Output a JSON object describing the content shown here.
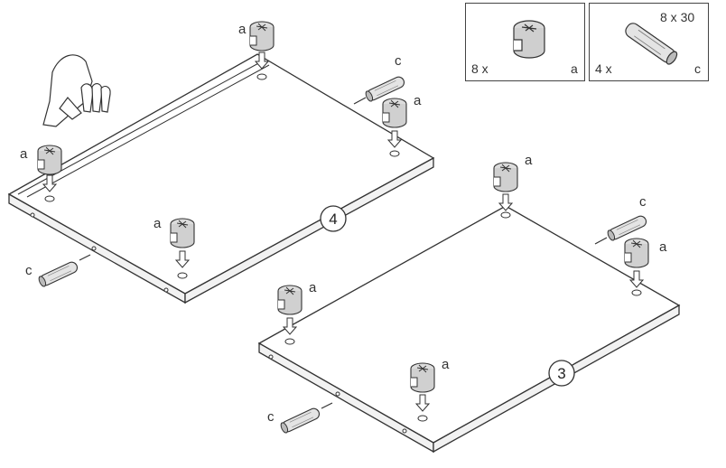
{
  "parts_legend": [
    {
      "quantity": "8 x",
      "letter": "a",
      "part_icon": "cam-lock-fitting-icon"
    },
    {
      "quantity": "4 x",
      "letter": "c",
      "size": "8 x 30",
      "part_icon": "wooden-dowel-icon"
    }
  ],
  "panels": [
    {
      "step_number": "4"
    },
    {
      "step_number": "3"
    }
  ],
  "callouts": {
    "cam_lock": "a",
    "dowel": "c"
  }
}
